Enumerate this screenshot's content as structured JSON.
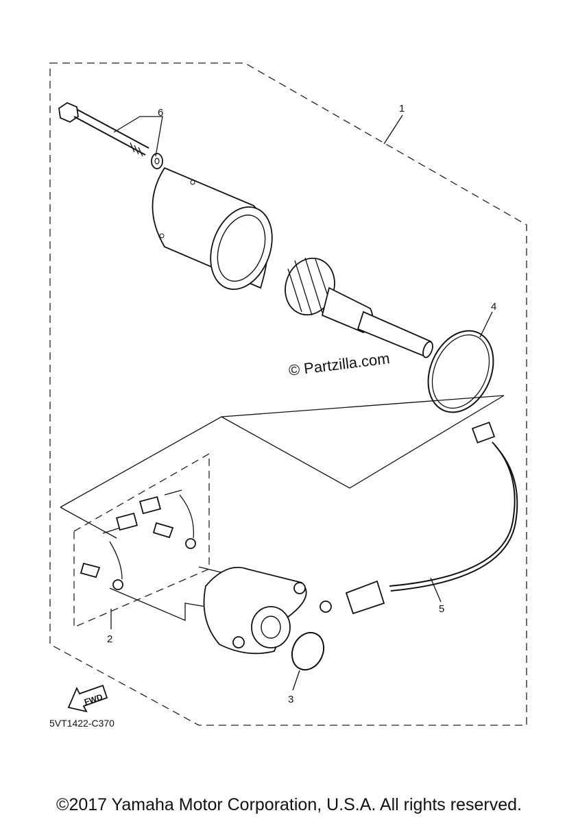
{
  "callouts": {
    "c1": "1",
    "c2": "2",
    "c3": "3",
    "c4": "4",
    "c5": "5",
    "c6": "6"
  },
  "watermark": "© Partzilla.com",
  "fwd_label": "FWD",
  "diagram_code": "5VT1422-C370",
  "copyright": "©2017 Yamaha Motor Corporation, U.S.A. All rights reserved."
}
